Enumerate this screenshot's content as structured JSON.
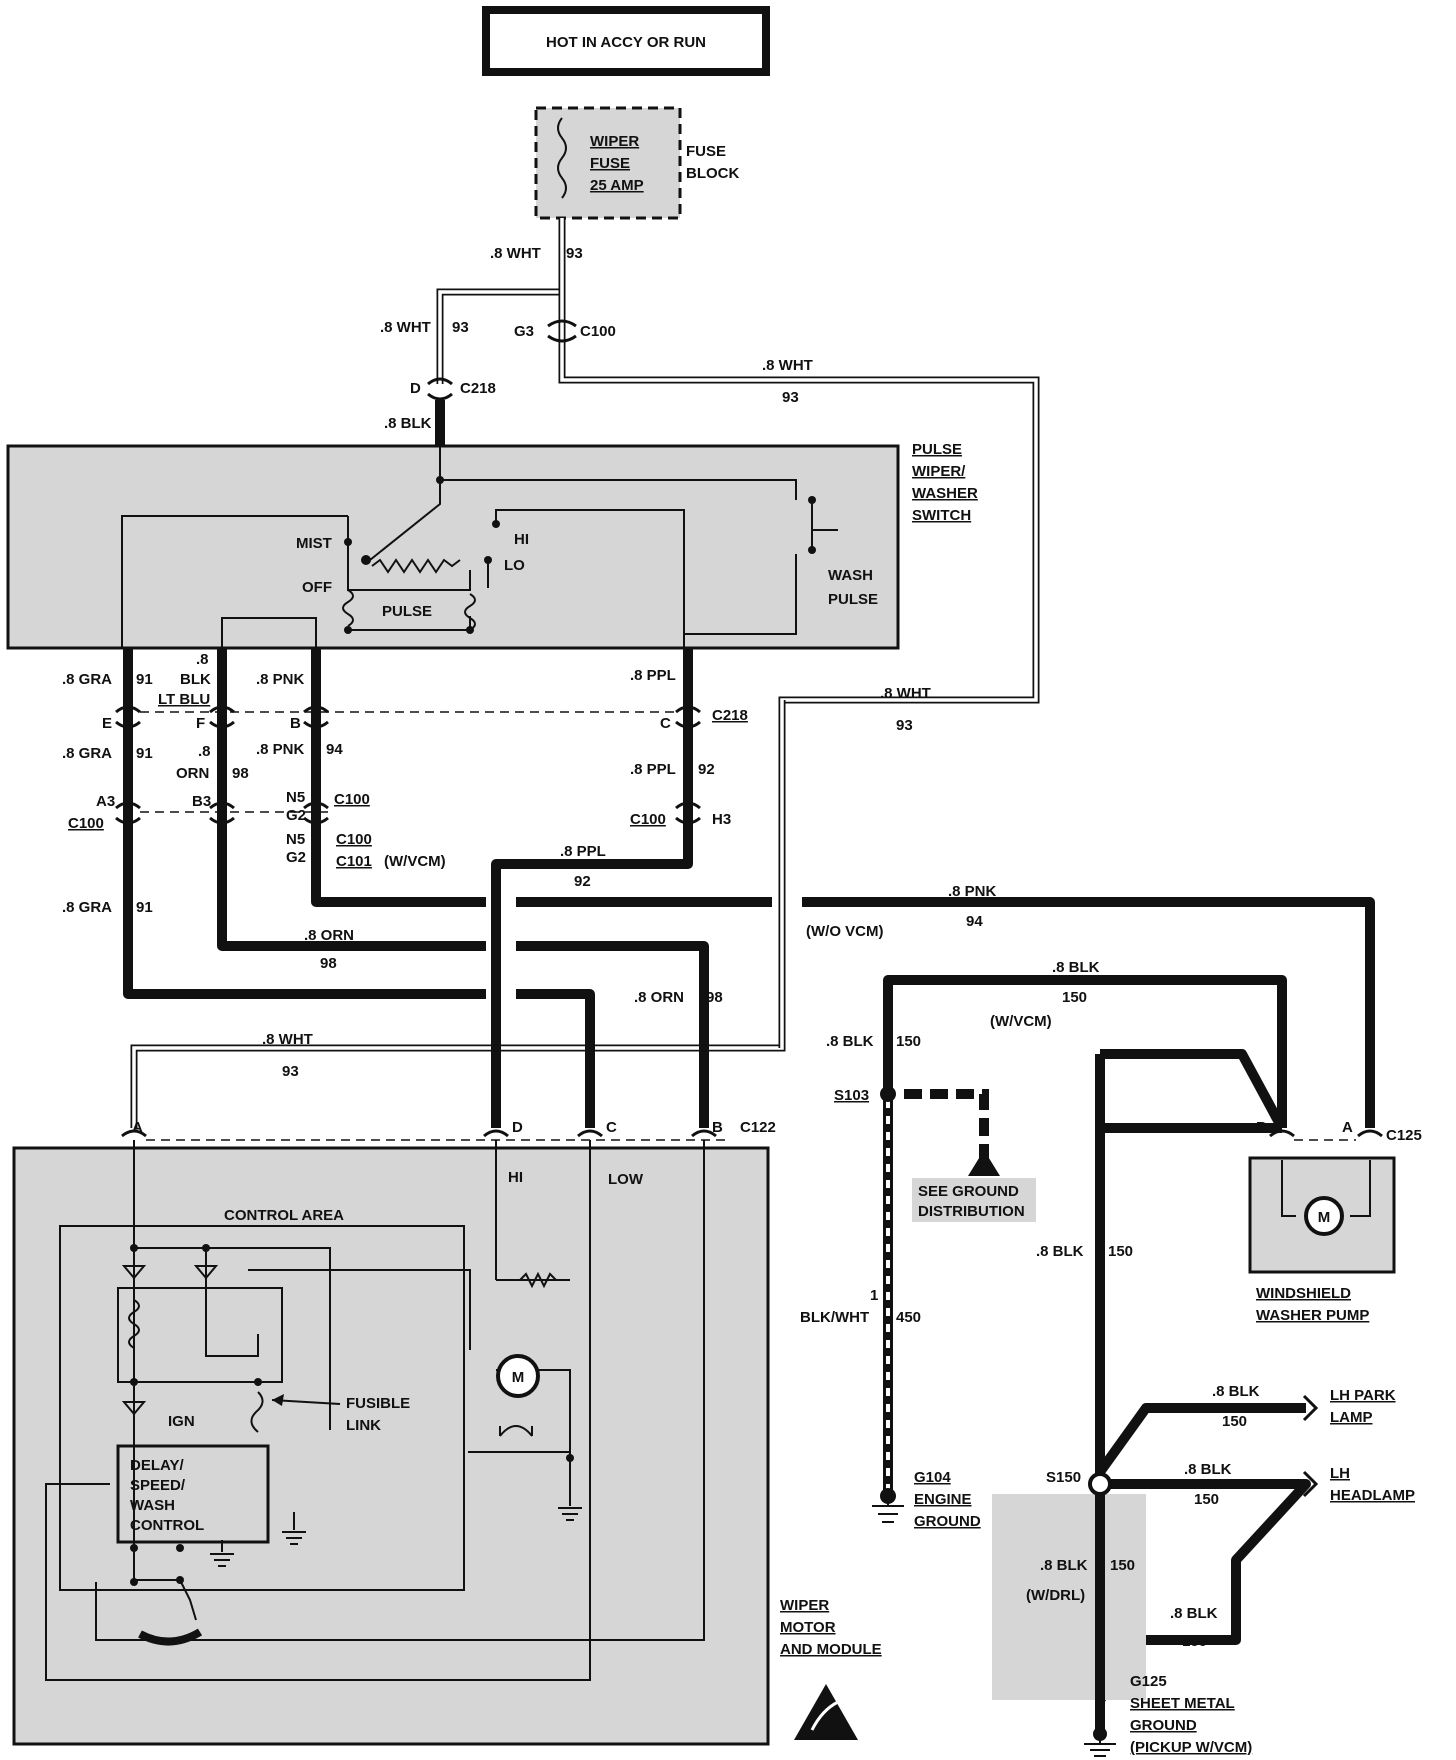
{
  "power_box": {
    "label": "HOT IN ACCY OR RUN"
  },
  "fuse": {
    "line1": "WIPER",
    "line2": "FUSE",
    "line3": "25 AMP",
    "block1": "FUSE",
    "block2": "BLOCK"
  },
  "wires": {
    "w1_gauge": ".8 WHT",
    "w1_circ": "93",
    "w2_gauge": ".8 WHT",
    "w2_circ": "93",
    "w3_gauge": ".8 WHT",
    "w3_circ": "93",
    "w4_gauge": ".8 WHT",
    "w4_circ": "93",
    "w5_gauge": ".8 WHT",
    "w5_circ": "93",
    "blk": ".8 BLK",
    "gra1": ".8 GRA",
    "gra1_c": "91",
    "gra2": ".8 GRA",
    "gra2_c": "91",
    "gra3": ".8 GRA",
    "gra3_c": "91",
    "blk_a": ".8",
    "blk_b": "BLK",
    "lt_blu": "LT BLU",
    "orn_a": ".8",
    "orn_b": "ORN",
    "orn_c": "98",
    "pnk1": ".8 PNK",
    "pnk2": ".8 PNK",
    "pnk2_c": "94",
    "ppl1": ".8 PPL",
    "ppl2": ".8 PPL",
    "ppl2_c": "92",
    "ppl3": ".8 PPL",
    "ppl3_c": "92",
    "pnk3": ".8 PNK",
    "pnk3_c": "94",
    "orn2": ".8 ORN",
    "orn2_c": "98",
    "orn3": ".8 ORN",
    "orn3_c": "98",
    "blk150_a": ".8 BLK",
    "blk150_a_c": "150",
    "blk150_b": ".8 BLK",
    "blk150_b_c": "150",
    "blk150_c": ".8 BLK",
    "blk150_c_c": "150",
    "blk450_a": "1",
    "blk450_b": "BLK/WHT",
    "blk450_c": "450",
    "park": ".8 BLK",
    "park_c": "150",
    "head": ".8 BLK",
    "head_c": "150",
    "drl": ".8 BLK",
    "drl_c": "150",
    "drl_note": "(W/DRL)",
    "gnd": ".8 BLK",
    "gnd_c": "150"
  },
  "connectors": {
    "g3": "G3",
    "c100": "C100",
    "d": "D",
    "c218": "C218",
    "e": "E",
    "f": "F",
    "b": "B",
    "c": "C",
    "c218b": "C218",
    "a3": "A3",
    "c100a": "C100",
    "b3": "B3",
    "n5a": "N5",
    "g2a": "G2",
    "c100b": "C100",
    "n5b": "N5",
    "g2b": "G2",
    "c100c": "C100",
    "c101": "C101",
    "w_vcm": "(W/VCM)",
    "c100d": "C100",
    "h3": "H3",
    "pa": "A",
    "pd": "D",
    "pc": "C",
    "pb": "B",
    "c122": "C122",
    "wb": "B",
    "wa": "A",
    "c125": "C125"
  },
  "switch": {
    "name1": "PULSE",
    "name2": "WIPER/",
    "name3": "WASHER",
    "name4": "SWITCH",
    "mist": "MIST",
    "off": "OFF",
    "hi": "HI",
    "lo": "LO",
    "pulse": "PULSE",
    "wash": "WASH",
    "pulse2": "PULSE"
  },
  "motor": {
    "hi": "HI",
    "low": "LOW",
    "control_area": "CONTROL AREA",
    "ign": "IGN",
    "delay1": "DELAY/",
    "delay2": "SPEED/",
    "delay3": "WASH",
    "delay4": "CONTROL",
    "fusible1": "FUSIBLE",
    "fusible2": "LINK",
    "name1": "WIPER",
    "name2": "MOTOR",
    "name3": "AND MODULE",
    "m": "M"
  },
  "right": {
    "wo_vcm": "(W/O VCM)",
    "w_vcm": "(W/VCM)",
    "s103": "S103",
    "see1": "SEE GROUND",
    "see2": "DISTRIBUTION",
    "g104": "G104",
    "eng1": "ENGINE",
    "eng2": "GROUND",
    "s150": "S150",
    "pump1": "WINDSHIELD",
    "pump2": "WASHER PUMP",
    "park1": "LH PARK",
    "park2": "LAMP",
    "head1": "LH",
    "head2": "HEADLAMP",
    "g125": "G125",
    "sm1": "SHEET METAL",
    "sm2": "GROUND",
    "sm3": "(PICKUP W/VCM)",
    "m": "M"
  }
}
